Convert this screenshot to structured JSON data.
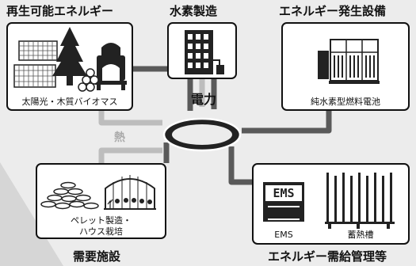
{
  "headings": {
    "renewable": "再生可能エネルギー",
    "hydrogen": "水素製造",
    "equipment": "エネルギー発生設備",
    "demand": "需要施設",
    "management": "エネルギー需給管理等"
  },
  "captions": {
    "renewable": "太陽光・木質バイオマス",
    "equipment": "純水素型燃料電池",
    "demand_line1": "ペレット製造・",
    "demand_line2": "ハウス栽培",
    "ems": "EMS",
    "storage": "蓄熱槽"
  },
  "flows": {
    "power": "電力",
    "heat": "熱"
  },
  "ems_screen_text": "EMS",
  "colors": {
    "power_line": "#5a5a5a",
    "heat_line": "#bdbdbd",
    "box_border": "#111111",
    "background": "#ececec"
  },
  "icons": [
    "solar-panel-icon",
    "tree-icon",
    "wood-stove-icon",
    "log-pile-icon",
    "hydrogen-production-unit-icon",
    "fuel-cell-unit-icon",
    "pellet-pile-icon",
    "greenhouse-icon",
    "ems-display-icon",
    "thermal-storage-tank-icon"
  ]
}
